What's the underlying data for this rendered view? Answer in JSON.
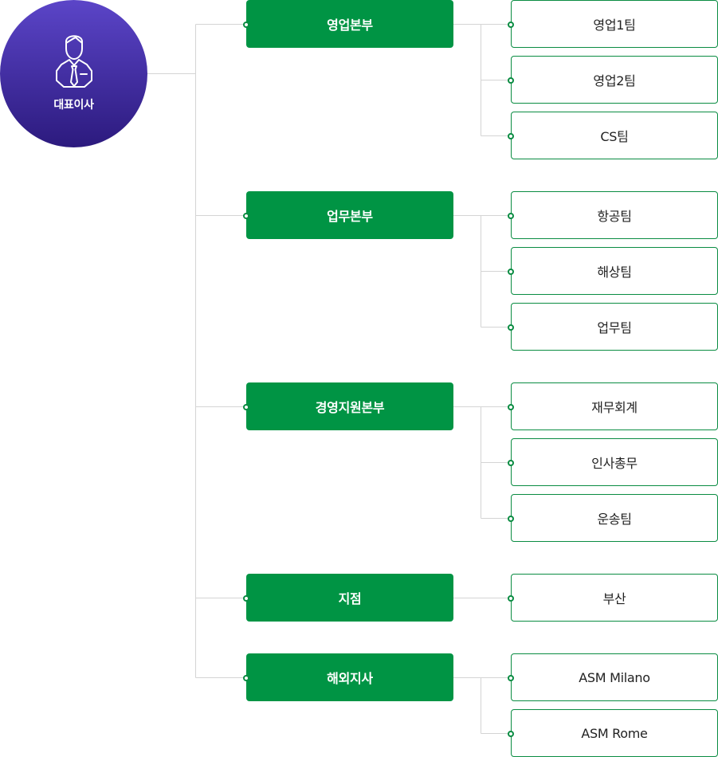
{
  "ceo": {
    "label": "대표이사",
    "icon": "businessman-icon"
  },
  "colors": {
    "ceo_gradient_top": "#5b45c8",
    "ceo_gradient_bottom": "#2c1a7e",
    "division_fill": "#009444",
    "team_border": "#0a8c42",
    "connector_line": "#d4d4d4"
  },
  "divisions": [
    {
      "label": "영업본부",
      "teams": [
        "영업1팀",
        "영업2팀",
        "CS팀"
      ]
    },
    {
      "label": "업무본부",
      "teams": [
        "항공팀",
        "해상팀",
        "업무팀"
      ]
    },
    {
      "label": "경영지원본부",
      "teams": [
        "재무회계",
        "인사총무",
        "운송팀"
      ]
    },
    {
      "label": "지점",
      "teams": [
        "부산"
      ]
    },
    {
      "label": "해외지사",
      "teams": [
        "ASM Milano",
        "ASM Rome"
      ]
    }
  ]
}
